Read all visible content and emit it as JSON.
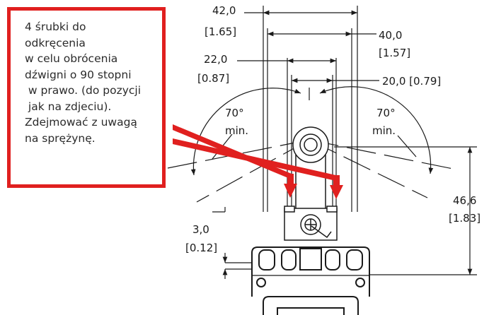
{
  "note": {
    "lines": [
      "4 śrubki do",
      "odkręcenia",
      "w celu obrócenia",
      "dźwigni o 90 stopni",
      " w prawo. (do pozycji",
      " jak na zdjeciu).",
      "Zdejmować z uwagą",
      "na sprężynę."
    ]
  },
  "dimensions": {
    "width_outer": "42,0",
    "width_outer_in": "[1.65]",
    "width_inner": "40,0",
    "width_inner_in": "[1.57]",
    "offset_a": "22,0",
    "offset_a_in": "[0.87]",
    "offset_b": "20,0 [0.79]",
    "angle_left": "70°",
    "angle_left_min": "min.",
    "angle_right": "70°",
    "angle_right_min": "min.",
    "height": "46,6",
    "height_in": "[1.83]",
    "gap": "3,0",
    "gap_in": "[0.12]"
  },
  "colors": {
    "accent": "#e0201f",
    "line": "#1a1a1a"
  }
}
